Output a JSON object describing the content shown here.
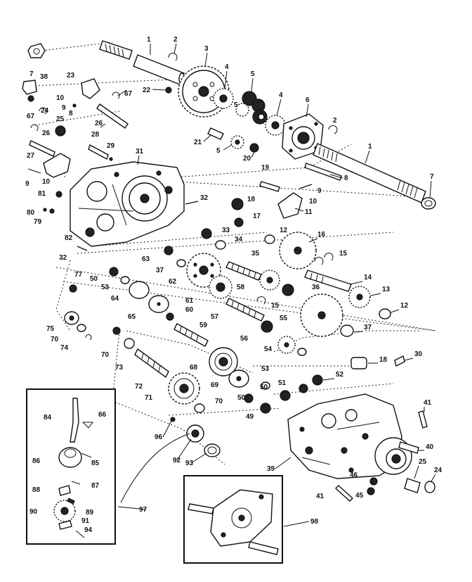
{
  "diagram": {
    "callouts": [
      {
        "id": "c-1a",
        "text": "1"
      },
      {
        "id": "c-2a",
        "text": "2"
      },
      {
        "id": "c-3",
        "text": "3"
      },
      {
        "id": "c-4a",
        "text": "4"
      },
      {
        "id": "c-5a",
        "text": "5"
      },
      {
        "id": "c-7a",
        "text": "7"
      },
      {
        "id": "c-38",
        "text": "38"
      },
      {
        "id": "c-23",
        "text": "23"
      },
      {
        "id": "c-67a",
        "text": "67"
      },
      {
        "id": "c-22",
        "text": "22"
      },
      {
        "id": "c-10a",
        "text": "10"
      },
      {
        "id": "c-9a",
        "text": "9"
      },
      {
        "id": "c-8a",
        "text": "8"
      },
      {
        "id": "c-24a",
        "text": "24"
      },
      {
        "id": "c-67b",
        "text": "67"
      },
      {
        "id": "c-25a",
        "text": "25"
      },
      {
        "id": "c-26a",
        "text": "26"
      },
      {
        "id": "c-26b",
        "text": "26"
      },
      {
        "id": "c-5b",
        "text": "5"
      },
      {
        "id": "c-4b",
        "text": "4"
      },
      {
        "id": "c-6",
        "text": "6"
      },
      {
        "id": "c-2b",
        "text": "2"
      },
      {
        "id": "c-28",
        "text": "28"
      },
      {
        "id": "c-29",
        "text": "29"
      },
      {
        "id": "c-21",
        "text": "21"
      },
      {
        "id": "c-5c",
        "text": "5"
      },
      {
        "id": "c-1b",
        "text": "1"
      },
      {
        "id": "c-27",
        "text": "27"
      },
      {
        "id": "c-31",
        "text": "31"
      },
      {
        "id": "c-20",
        "text": "20"
      },
      {
        "id": "c-8b",
        "text": "8"
      },
      {
        "id": "c-9b",
        "text": "9"
      },
      {
        "id": "c-10b",
        "text": "10"
      },
      {
        "id": "c-19",
        "text": "19"
      },
      {
        "id": "c-7b",
        "text": "7"
      },
      {
        "id": "c-81",
        "text": "81"
      },
      {
        "id": "c-32a",
        "text": "32"
      },
      {
        "id": "c-18a",
        "text": "18"
      },
      {
        "id": "c-9c",
        "text": "9"
      },
      {
        "id": "c-10c",
        "text": "10"
      },
      {
        "id": "c-80",
        "text": "80"
      },
      {
        "id": "c-79",
        "text": "79"
      },
      {
        "id": "c-11",
        "text": "11"
      },
      {
        "id": "c-17",
        "text": "17"
      },
      {
        "id": "c-82",
        "text": "82"
      },
      {
        "id": "c-33",
        "text": "33"
      },
      {
        "id": "c-12a",
        "text": "12"
      },
      {
        "id": "c-16",
        "text": "16"
      },
      {
        "id": "c-34",
        "text": "34"
      },
      {
        "id": "c-32b",
        "text": "32"
      },
      {
        "id": "c-63",
        "text": "63"
      },
      {
        "id": "c-35",
        "text": "35"
      },
      {
        "id": "c-15a",
        "text": "15"
      },
      {
        "id": "c-37a",
        "text": "37"
      },
      {
        "id": "c-77",
        "text": "77"
      },
      {
        "id": "c-62",
        "text": "62"
      },
      {
        "id": "c-14",
        "text": "14"
      },
      {
        "id": "c-50a",
        "text": "50"
      },
      {
        "id": "c-53a",
        "text": "53"
      },
      {
        "id": "c-58",
        "text": "58"
      },
      {
        "id": "c-36",
        "text": "36"
      },
      {
        "id": "c-13",
        "text": "13"
      },
      {
        "id": "c-64",
        "text": "64"
      },
      {
        "id": "c-61",
        "text": "61"
      },
      {
        "id": "c-60",
        "text": "60"
      },
      {
        "id": "c-15b",
        "text": "15"
      },
      {
        "id": "c-12b",
        "text": "12"
      },
      {
        "id": "c-65",
        "text": "65"
      },
      {
        "id": "c-57",
        "text": "57"
      },
      {
        "id": "c-55",
        "text": "55"
      },
      {
        "id": "c-59",
        "text": "59"
      },
      {
        "id": "c-75",
        "text": "75"
      },
      {
        "id": "c-70a",
        "text": "70"
      },
      {
        "id": "c-56",
        "text": "56"
      },
      {
        "id": "c-37b",
        "text": "37"
      },
      {
        "id": "c-74a",
        "text": "74"
      },
      {
        "id": "c-54",
        "text": "54"
      },
      {
        "id": "c-70b",
        "text": "70"
      },
      {
        "id": "c-30",
        "text": "30"
      },
      {
        "id": "c-73",
        "text": "73"
      },
      {
        "id": "c-18b",
        "text": "18"
      },
      {
        "id": "c-53b",
        "text": "53"
      },
      {
        "id": "c-68",
        "text": "68"
      },
      {
        "id": "c-72",
        "text": "72"
      },
      {
        "id": "c-52",
        "text": "52"
      },
      {
        "id": "c-51",
        "text": "51"
      },
      {
        "id": "c-69",
        "text": "69"
      },
      {
        "id": "c-50b",
        "text": "50"
      },
      {
        "id": "c-71",
        "text": "71"
      },
      {
        "id": "c-50c",
        "text": "50"
      },
      {
        "id": "c-70c",
        "text": "70"
      },
      {
        "id": "c-84",
        "text": "84"
      },
      {
        "id": "c-66",
        "text": "66"
      },
      {
        "id": "c-41a",
        "text": "41"
      },
      {
        "id": "c-49",
        "text": "49"
      },
      {
        "id": "c-96",
        "text": "96"
      },
      {
        "id": "c-40",
        "text": "40"
      },
      {
        "id": "c-86",
        "text": "86"
      },
      {
        "id": "c-85",
        "text": "85"
      },
      {
        "id": "c-92",
        "text": "92"
      },
      {
        "id": "c-93",
        "text": "93"
      },
      {
        "id": "c-39",
        "text": "39"
      },
      {
        "id": "c-25b",
        "text": "25"
      },
      {
        "id": "c-24b",
        "text": "24"
      },
      {
        "id": "c-87",
        "text": "87"
      },
      {
        "id": "c-46",
        "text": "46"
      },
      {
        "id": "c-88",
        "text": "88"
      },
      {
        "id": "c-41b",
        "text": "41"
      },
      {
        "id": "c-45",
        "text": "45"
      },
      {
        "id": "c-90",
        "text": "90"
      },
      {
        "id": "c-89",
        "text": "89"
      },
      {
        "id": "c-97",
        "text": "97"
      },
      {
        "id": "c-91",
        "text": "91"
      },
      {
        "id": "c-94",
        "text": "94"
      },
      {
        "id": "c-98",
        "text": "98"
      }
    ]
  }
}
